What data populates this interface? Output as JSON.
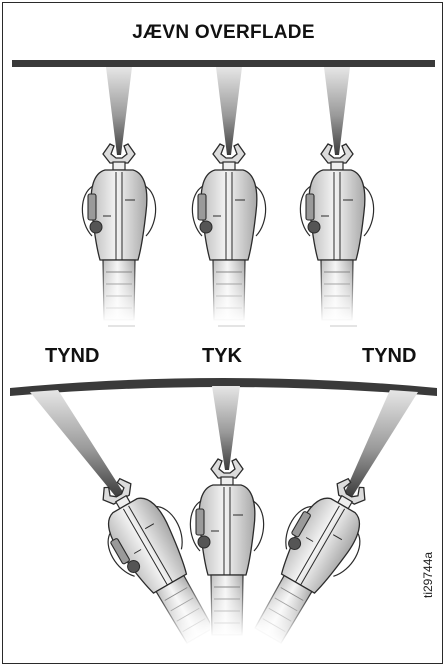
{
  "title": "JÆVN OVERFLADE",
  "labels": {
    "left": "TYND",
    "center": "TYK",
    "right": "TYND"
  },
  "figure_code": "ti29744a",
  "colors": {
    "ink": "#2b2b2b",
    "bar": "#3a3a3a",
    "spray_dark": "#4a4a4a",
    "spray_light": "#e8e8e8"
  }
}
